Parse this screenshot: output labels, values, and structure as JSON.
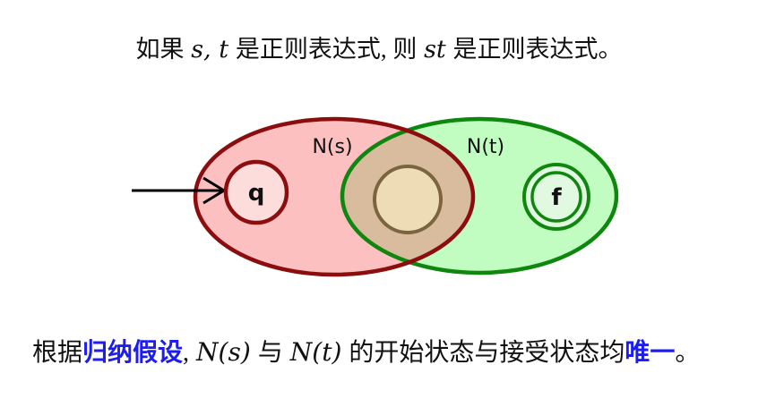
{
  "slide": {
    "statement": {
      "segments": [
        {
          "text": "如果 ",
          "style": "cjk"
        },
        {
          "text": "s, t",
          "style": "math"
        },
        {
          "text": " 是正则表达式, 则 ",
          "style": "cjk"
        },
        {
          "text": "st",
          "style": "math"
        },
        {
          "text": " 是正则表达式。",
          "style": "cjk"
        }
      ]
    },
    "conclusion": {
      "segments": [
        {
          "text": "根据",
          "style": "cjk"
        },
        {
          "text": "归纳假设",
          "style": "blue-bold"
        },
        {
          "text": ", ",
          "style": "cjk"
        },
        {
          "text": "N(s)",
          "style": "math"
        },
        {
          "text": " 与 ",
          "style": "cjk"
        },
        {
          "text": "N(t)",
          "style": "math"
        },
        {
          "text": " 的开始状态与接受状态均",
          "style": "cjk"
        },
        {
          "text": "唯一",
          "style": "blue-bold"
        },
        {
          "text": "。",
          "style": "cjk"
        }
      ]
    },
    "diagram": {
      "ns_label": "N(s)",
      "nt_label": "N(t)",
      "start_state_label": "q",
      "accept_state_label": "f",
      "colors": {
        "ns_fill": "#fcc0c0",
        "ns_stroke": "#8b0d0d",
        "nt_fill": "#c1fcc1",
        "nt_stroke": "#0f870f",
        "overlap_fill": "#d9bb9e",
        "merged_state_fill": "#eddcb5",
        "merged_state_stroke": "#7a6540",
        "start_state_fill": "#fddcdc",
        "accept_state_fill": "#e1f8e1",
        "arrow_color": "#000000"
      }
    },
    "colors": {
      "page_bg": "#ffffff",
      "blue_text": "#1d1df2",
      "text_color": "#111111"
    }
  }
}
